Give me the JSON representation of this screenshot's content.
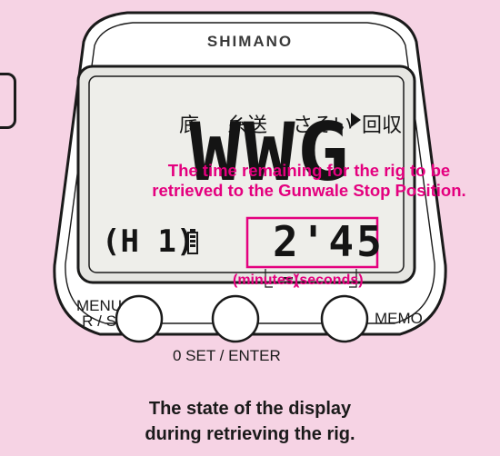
{
  "device": {
    "brand": "SHIMANO",
    "modes": [
      "底",
      "糸送",
      "さそい",
      "回収"
    ],
    "big_digits": "WWG",
    "channel": "(H 1)",
    "time_value": "2'45"
  },
  "annotation": {
    "line1": "The time remaining for the rig to be",
    "line2": "retrieved to the Gunwale Stop Position.",
    "minutes_label": "(minutes)",
    "seconds_label": "(seconds)"
  },
  "buttons": {
    "menu_top": "MENU",
    "menu_bottom": "R / S",
    "memo": "MEMO",
    "zero_set": "0 SET / ENTER"
  },
  "caption": {
    "line1": "The state of the display",
    "line2": "during retrieving the rig."
  },
  "colors": {
    "background": "#f6d3e4",
    "lcd": "#eeeeea",
    "annotation": "#e4007f",
    "outline": "#1a1a1a"
  },
  "icons": [
    "battery-icon",
    "play-triangle-icon"
  ]
}
